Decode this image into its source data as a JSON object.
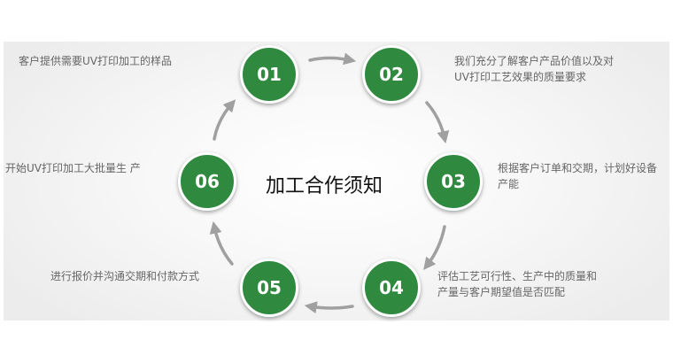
{
  "title": "加工合作须知",
  "steps": [
    {
      "number": "01",
      "lines": [
        "客户提供需要UV打印加工的样品"
      ]
    },
    {
      "number": "02",
      "lines": [
        "我们充分了解客户产品价值以及对",
        "UV打印工艺效果的质量要求"
      ]
    },
    {
      "number": "03",
      "lines": [
        "根据客户订单和交期，计划好设备",
        "产能"
      ]
    },
    {
      "number": "04",
      "lines": [
        "评估工艺可行性、生产中的质量和",
        "产量与客户期望值是否匹配"
      ]
    },
    {
      "number": "05",
      "lines": [
        "进行报价并沟通交期和付款方式"
      ]
    },
    {
      "number": "06",
      "lines": [
        "开始UV打印加工大批量生 产"
      ]
    }
  ],
  "colors": {
    "circle": "#2f8a3f",
    "arrow": "#a0a0a0",
    "text": "#666666"
  }
}
